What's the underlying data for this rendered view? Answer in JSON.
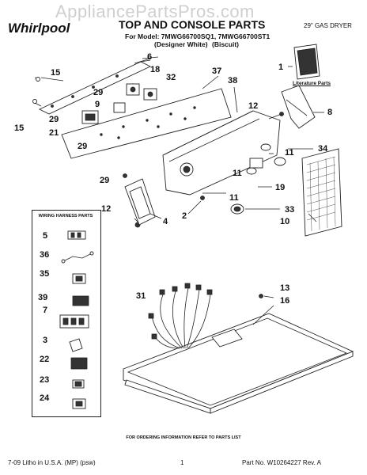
{
  "watermark": "AppliancePartsPros.com",
  "brand": "Whirlpool",
  "title": "TOP AND CONSOLE PARTS",
  "model_line": "For Model: 7MWG66700SQ1, 7MWG66700ST1",
  "variants": [
    "(Designer White)",
    "(Biscuit)"
  ],
  "dryer_type": "29\" GAS DRYER",
  "literature_label": "Literature Parts",
  "harness_title": "WIRING HARNESS PARTS",
  "callouts": {
    "c6": "6",
    "c15a": "15",
    "c18": "18",
    "c32": "32",
    "c37": "37",
    "c38": "38",
    "c1": "1",
    "c29a": "29",
    "c9": "9",
    "c29b": "29",
    "c15b": "15",
    "c21": "21",
    "c29c": "29",
    "c12a": "12",
    "c8": "8",
    "c11a": "11",
    "c34": "34",
    "c11b": "11",
    "c19": "19",
    "c29d": "29",
    "c12b": "12",
    "c4": "4",
    "c2": "2",
    "c11c": "11",
    "c33": "33",
    "c10": "10",
    "c5": "5",
    "c36": "36",
    "c35": "35",
    "c39": "39",
    "c7": "7",
    "c3": "3",
    "c22": "22",
    "c23": "23",
    "c24": "24",
    "c31": "31",
    "c13": "13",
    "c16": "16"
  },
  "footer": {
    "note": "FOR ORDERING INFORMATION REFER TO PARTS LIST",
    "left": "7-09 Litho in U.S.A. (MP) (psw)",
    "page": "1",
    "right": "Part No. W10264227 Rev. A"
  }
}
